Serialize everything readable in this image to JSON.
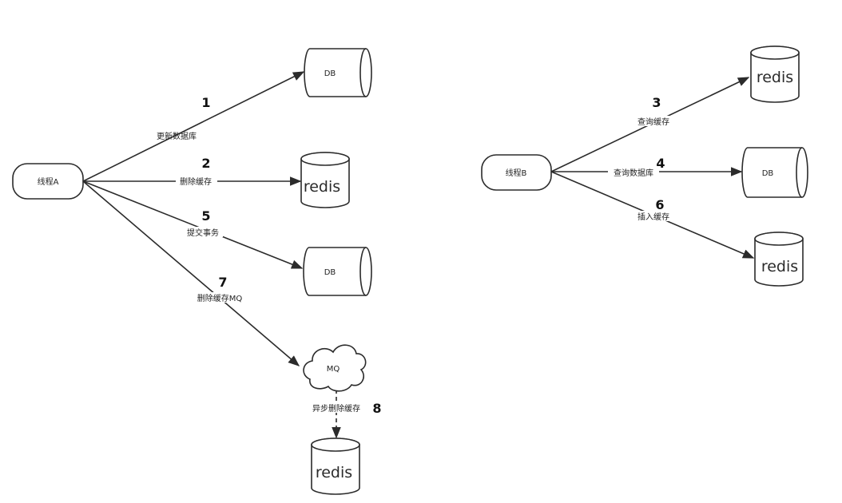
{
  "nodes": {
    "thread_a": "线程A",
    "thread_b": "线程B",
    "db_a1": "DB",
    "redis_a1": "redis",
    "db_a2": "DB",
    "mq": "MQ",
    "redis_a2": "redis",
    "redis_b1": "redis",
    "db_b": "DB",
    "redis_b2": "redis"
  },
  "edges": {
    "e1": {
      "step": "1",
      "label": "更新数据库"
    },
    "e2": {
      "step": "2",
      "label": "删除缓存"
    },
    "e5": {
      "step": "5",
      "label": "提交事务"
    },
    "e7": {
      "step": "7",
      "label": "删除缓存MQ"
    },
    "e8": {
      "step": "8",
      "label": "异步删除缓存"
    },
    "e3": {
      "step": "3",
      "label": "查询缓存"
    },
    "e4": {
      "step": "4",
      "label": "查询数据库"
    },
    "e6": {
      "step": "6",
      "label": "插入缓存"
    }
  }
}
